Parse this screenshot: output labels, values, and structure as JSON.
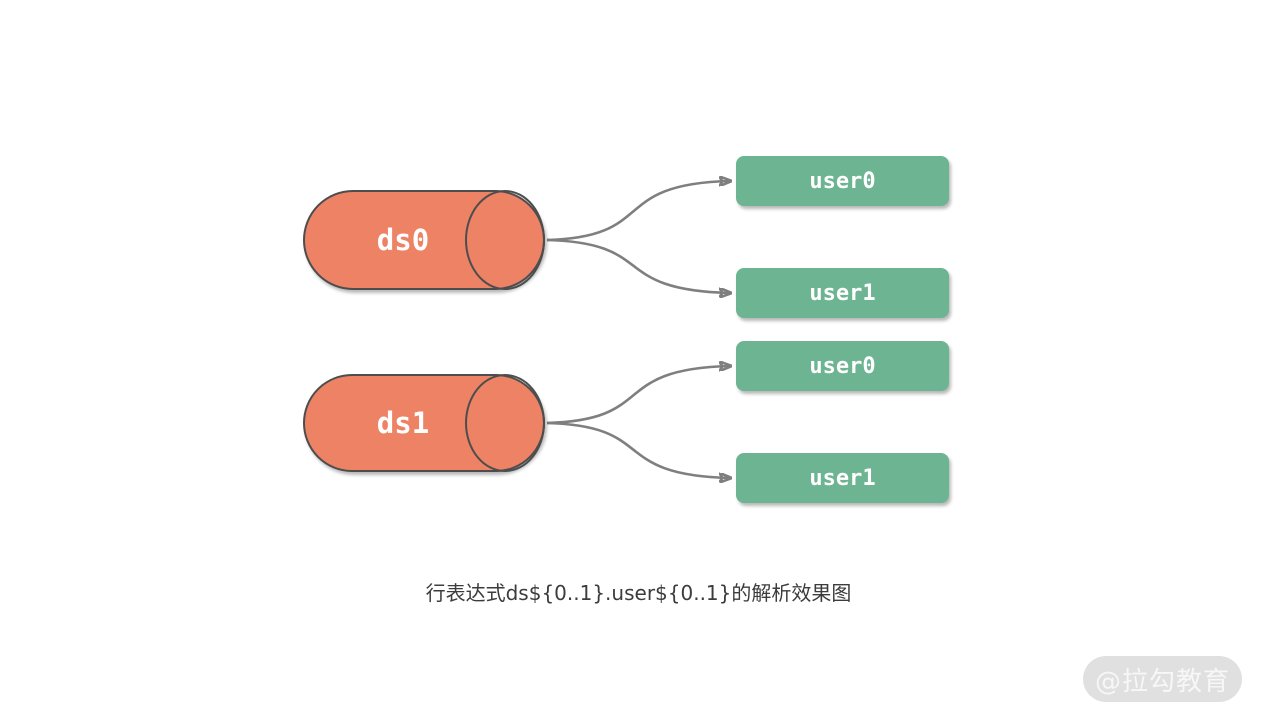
{
  "diagram": {
    "caption": "行表达式ds${0..1}.user${0..1}的解析效果图",
    "watermark": "@拉勾教育",
    "colors": {
      "background": "#FFFFFF",
      "cylinder_fill": "#ED8265",
      "shape_border": "#4D4D4D",
      "table_fill": "#6DB492",
      "arrow": "#7F7F7F",
      "caption_text": "#3C3C3C",
      "watermark_bg": "#E0E0E0",
      "watermark_text": "#F7F7F7"
    },
    "datasources": [
      {
        "label": "ds0",
        "tables": [
          "user0",
          "user1"
        ]
      },
      {
        "label": "ds1",
        "tables": [
          "user0",
          "user1"
        ]
      }
    ]
  }
}
